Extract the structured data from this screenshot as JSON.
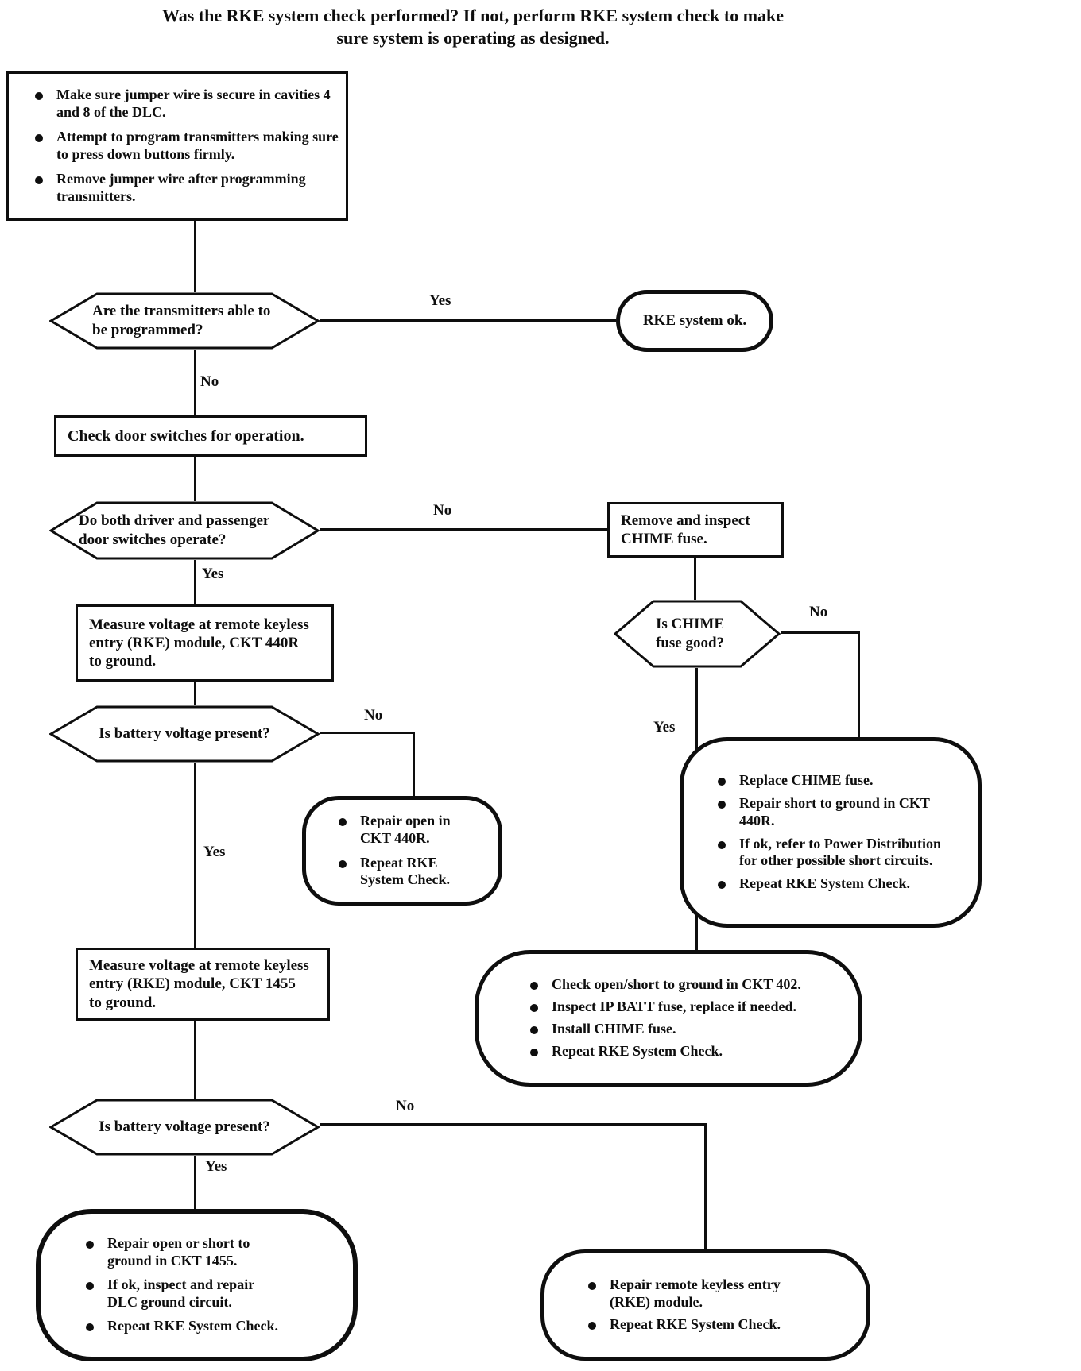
{
  "title": "Was the RKE system check performed? If not, perform RKE system check to make sure system is operating as designed.",
  "nodes": {
    "prep_box": {
      "bullets": [
        "Make sure jumper wire is secure in cavities 4 and 8 of the DLC.",
        "Attempt to program transmitters making sure to press down buttons firmly.",
        "Remove jumper wire after programming transmitters."
      ]
    },
    "q_transmitters": {
      "text": "Are the transmitters able to be programmed?"
    },
    "rke_ok": {
      "text": "RKE system ok."
    },
    "check_door_switches": {
      "text": "Check door switches for operation."
    },
    "q_door_switches": {
      "text": "Do both driver and passenger door switches operate?"
    },
    "remove_chime_fuse": {
      "text": "Remove and inspect CHIME fuse."
    },
    "measure_440r": {
      "text": "Measure voltage at remote keyless entry (RKE) module, CKT 440R to ground."
    },
    "q_battery_1": {
      "text": "Is battery voltage present?"
    },
    "repair_440r": {
      "bullets": [
        "Repair open in CKT 440R.",
        "Repeat RKE System Check."
      ]
    },
    "q_chime_fuse": {
      "text": "Is CHIME fuse good?"
    },
    "replace_chime_fuse": {
      "bullets": [
        "Replace CHIME fuse.",
        "Repair short to ground in CKT 440R.",
        "If ok, refer to Power Distribution for other possible short circuits.",
        "Repeat RKE System Check."
      ]
    },
    "chime_yes_actions": {
      "bullets": [
        "Check open/short to ground in CKT 402.",
        "Inspect IP BATT fuse, replace if needed.",
        "Install CHIME fuse.",
        "Repeat RKE System Check."
      ]
    },
    "measure_1455": {
      "text": "Measure voltage at remote keyless entry (RKE) module, CKT 1455 to ground."
    },
    "q_battery_2": {
      "text": "Is battery voltage present?"
    },
    "repair_1455": {
      "bullets": [
        "Repair open or short to ground in CKT 1455.",
        "If ok, inspect and repair DLC ground circuit.",
        "Repeat RKE System Check."
      ]
    },
    "repair_rke_module": {
      "bullets": [
        "Repair remote keyless entry (RKE)  module.",
        "Repeat RKE System Check."
      ]
    }
  },
  "edges": {
    "transmitters_yes": "Yes",
    "transmitters_no": "No",
    "door_no": "No",
    "door_yes": "Yes",
    "battery1_no": "No",
    "battery1_yes": "Yes",
    "chime_no": "No",
    "chime_yes": "Yes",
    "battery2_no": "No",
    "battery2_yes": "Yes"
  },
  "colors": {
    "ink": "#0e0e0e",
    "paper": "#ffffff"
  }
}
